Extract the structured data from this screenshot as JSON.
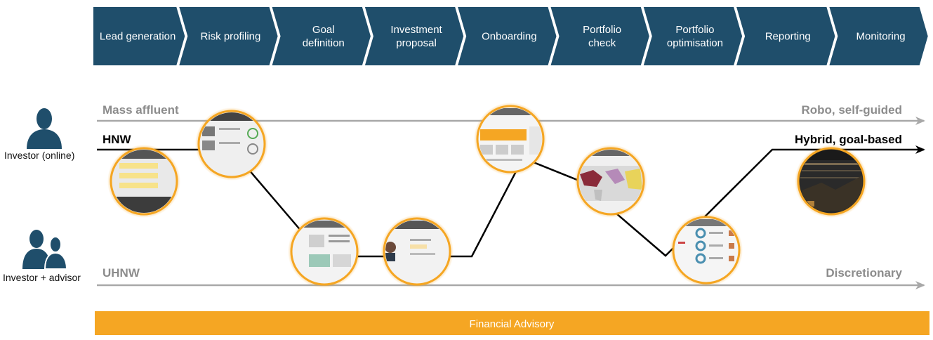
{
  "process_steps": [
    {
      "lines": [
        "Lead generation"
      ]
    },
    {
      "lines": [
        "Risk profiling"
      ]
    },
    {
      "lines": [
        "Goal",
        "definition"
      ]
    },
    {
      "lines": [
        "Investment",
        "proposal"
      ]
    },
    {
      "lines": [
        "Onboarding"
      ]
    },
    {
      "lines": [
        "Portfolio",
        "check"
      ]
    },
    {
      "lines": [
        "Portfolio",
        "optimisation"
      ]
    },
    {
      "lines": [
        "Reporting"
      ]
    },
    {
      "lines": [
        "Monitoring"
      ]
    }
  ],
  "actors": {
    "online": {
      "label": "Investor (online)",
      "icon": "person-icon"
    },
    "advisor": {
      "label": "Investor + advisor",
      "icon": "two-people-icon"
    }
  },
  "lanes": {
    "mass_affluent": {
      "left": "Mass affluent",
      "right": "Robo, self-guided"
    },
    "hnw": {
      "left": "HNW",
      "right": "Hybrid, goal-based"
    },
    "uhnw": {
      "left": "UHNW",
      "right": "Discretionary"
    }
  },
  "footer": {
    "label": "Financial Advisory"
  },
  "colors": {
    "chevron": "#1f4e6b",
    "accent_orange": "#f5a623",
    "lane_gray": "#9a9a9a",
    "path_black": "#000000",
    "icon_navy": "#1f4e6b"
  }
}
